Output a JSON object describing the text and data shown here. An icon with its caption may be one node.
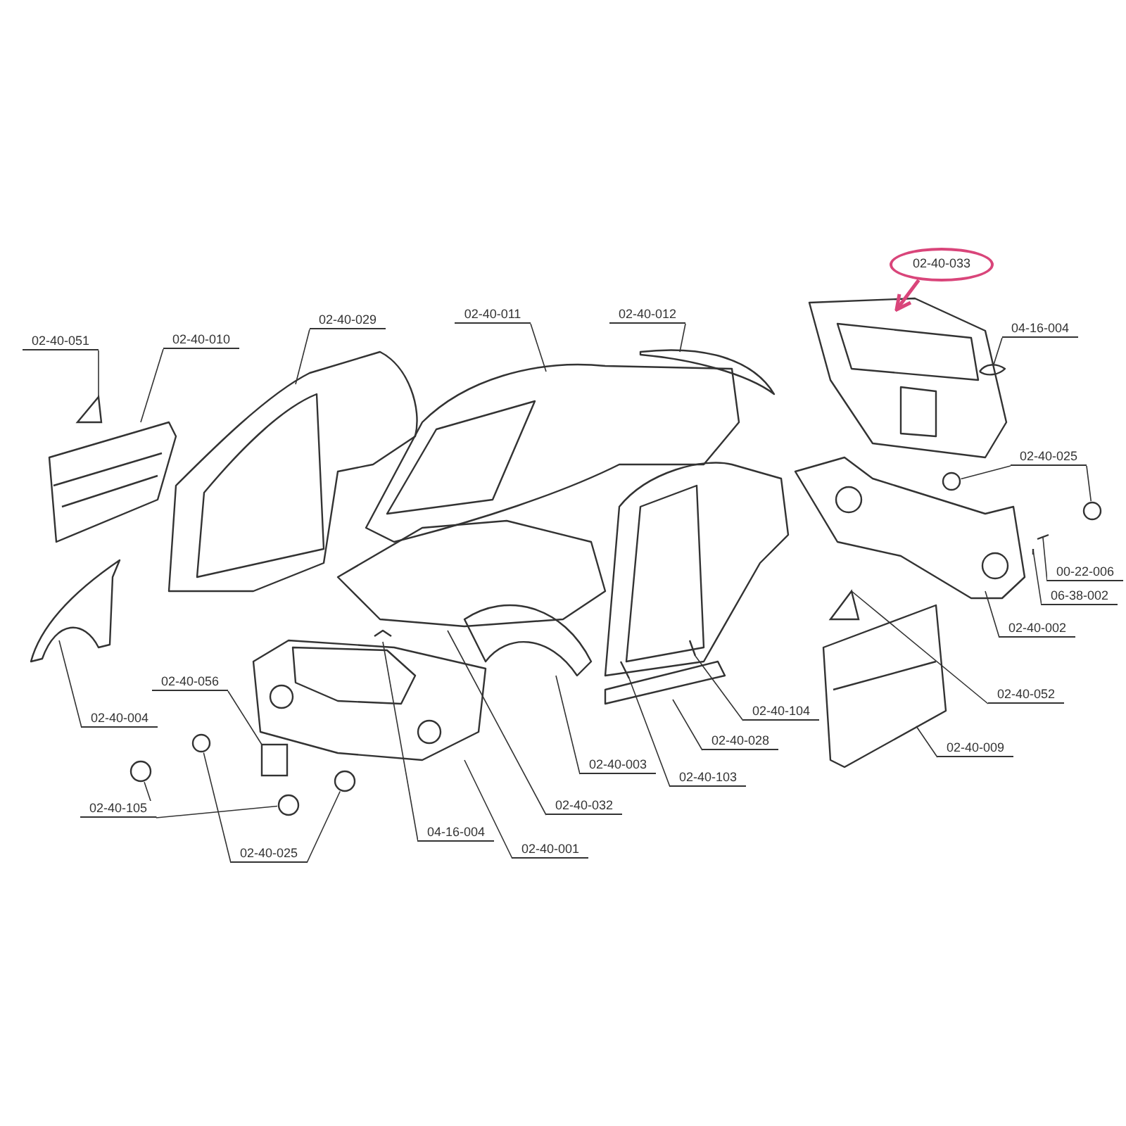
{
  "diagram": {
    "nodes": [
      {
        "text": [
          "02-40-051"
        ]
      },
      {
        "text": [
          "02-40-010"
        ]
      },
      {
        "text": [
          "02-40-029"
        ]
      },
      {
        "text": [
          "02-40-011"
        ]
      },
      {
        "text": [
          "02-40-012"
        ]
      },
      {
        "text": [
          "02-40-033"
        ]
      },
      {
        "text": [
          "04-16-004"
        ]
      },
      {
        "text": [
          "02-40-025"
        ]
      },
      {
        "text": [
          "00-22-006"
        ]
      },
      {
        "text": [
          "06-38-002"
        ]
      },
      {
        "text": [
          "02-40-002"
        ]
      },
      {
        "text": [
          "02-40-052"
        ]
      },
      {
        "text": [
          "02-40-009"
        ]
      },
      {
        "text": [
          "02-40-104"
        ]
      },
      {
        "text": [
          "02-40-028"
        ]
      },
      {
        "text": [
          "02-40-103"
        ]
      },
      {
        "text": [
          "02-40-003"
        ]
      },
      {
        "text": [
          "02-40-032"
        ]
      },
      {
        "text": [
          "02-40-001"
        ]
      },
      {
        "text": [
          "04-16-004"
        ]
      },
      {
        "text": [
          "02-40-025"
        ]
      },
      {
        "text": [
          "02-40-105"
        ]
      },
      {
        "text": [
          "02-40-056"
        ]
      },
      {
        "text": [
          "02-40-004"
        ]
      },
      {
        "text": [],
        "shape": "triangle"
      },
      {
        "text": [],
        "shape": "circle"
      },
      {
        "text": [],
        "shape": "circle"
      },
      {
        "text": [],
        "shape": "triangle"
      },
      {
        "text": [],
        "shape": "circle"
      },
      {
        "text": [],
        "shape": "circle"
      },
      {
        "text": [],
        "shape": "circle"
      },
      {
        "text": [],
        "shape": "circle"
      },
      {
        "text": [],
        "shape": "box"
      }
    ],
    "edges": [
      {
        "from": 0,
        "to": 24,
        "arrow": "none"
      },
      {
        "from": 1,
        "to": null,
        "arrow": "none"
      },
      {
        "from": 2,
        "to": null,
        "arrow": "none"
      },
      {
        "from": 3,
        "to": null,
        "arrow": "none"
      },
      {
        "from": 4,
        "to": null,
        "arrow": "none"
      },
      {
        "from": 5,
        "to": null,
        "arrow": "to",
        "style": "thick",
        "color": "#d9457a"
      },
      {
        "from": 6,
        "to": null,
        "arrow": "none"
      },
      {
        "from": 7,
        "to": 25,
        "arrow": "none"
      },
      {
        "from": 7,
        "to": 26,
        "arrow": "none"
      },
      {
        "from": 8,
        "to": null,
        "arrow": "none"
      },
      {
        "from": 9,
        "to": null,
        "arrow": "none"
      },
      {
        "from": 10,
        "to": null,
        "arrow": "none"
      },
      {
        "from": 11,
        "to": 27,
        "arrow": "none"
      },
      {
        "from": 12,
        "to": null,
        "arrow": "none"
      },
      {
        "from": 13,
        "to": null,
        "arrow": "none"
      },
      {
        "from": 14,
        "to": null,
        "arrow": "none"
      },
      {
        "from": 15,
        "to": null,
        "arrow": "none"
      },
      {
        "from": 16,
        "to": null,
        "arrow": "none"
      },
      {
        "from": 17,
        "to": null,
        "arrow": "none"
      },
      {
        "from": 18,
        "to": null,
        "arrow": "none"
      },
      {
        "from": 19,
        "to": null,
        "arrow": "none"
      },
      {
        "from": 20,
        "to": 28,
        "arrow": "none"
      },
      {
        "from": 20,
        "to": 29,
        "arrow": "none"
      },
      {
        "from": 21,
        "to": 30,
        "arrow": "none"
      },
      {
        "from": 21,
        "to": 31,
        "arrow": "none"
      },
      {
        "from": 22,
        "to": 32,
        "arrow": "none"
      },
      {
        "from": 23,
        "to": null,
        "arrow": "none"
      }
    ]
  }
}
